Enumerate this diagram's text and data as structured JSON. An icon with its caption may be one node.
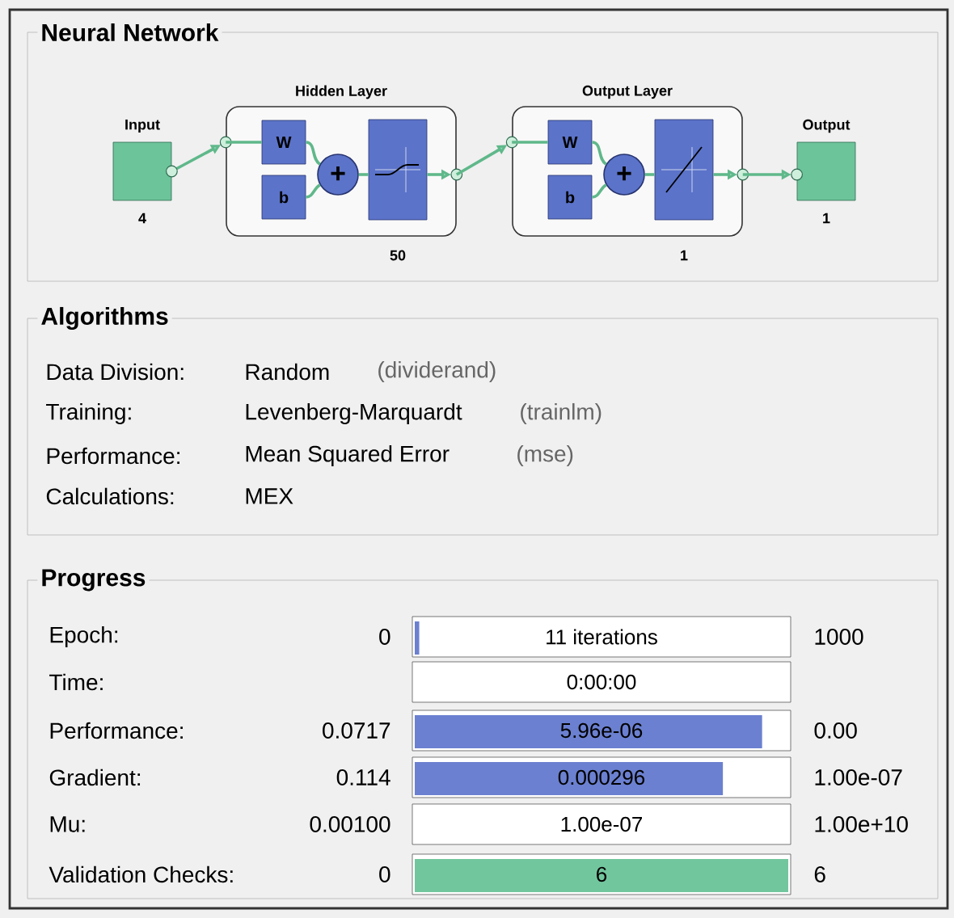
{
  "diagram": {
    "nodes": [
      {
        "text": [
          "Neural Network"
        ]
      },
      {
        "text": [
          "Input"
        ],
        "beside": [
          "4"
        ],
        "in": 0
      },
      {
        "text": [
          "Hidden Layer"
        ],
        "beside": [
          "50"
        ],
        "in": 0
      },
      {
        "text": [
          "W"
        ],
        "in": 2
      },
      {
        "text": [
          "b"
        ],
        "in": 2
      },
      {
        "text": [
          "+"
        ],
        "in": 2
      },
      {
        "text": [],
        "shape": "box",
        "in": 2
      },
      {
        "text": [
          "Output Layer"
        ],
        "beside": [
          "1"
        ],
        "in": 0
      },
      {
        "text": [
          "W"
        ],
        "in": 7
      },
      {
        "text": [
          "b"
        ],
        "in": 7
      },
      {
        "text": [
          "+"
        ],
        "in": 7
      },
      {
        "text": [],
        "shape": "box",
        "in": 7
      },
      {
        "text": [
          "Output"
        ],
        "beside": [
          "1"
        ],
        "in": 0
      },
      {
        "text": [
          "Algorithms"
        ]
      },
      {
        "text": [
          "Progress"
        ]
      },
      {
        "text": [
          "11 iterations"
        ],
        "in": 14
      },
      {
        "text": [
          "0:00:00"
        ],
        "in": 14
      },
      {
        "text": [
          "5.96e-06"
        ],
        "in": 14
      },
      {
        "text": [
          "0.000296"
        ],
        "in": 14
      },
      {
        "text": [
          "1.00e-07"
        ],
        "in": 14
      },
      {
        "text": [
          "6"
        ],
        "in": 14
      }
    ],
    "edges": [
      {
        "from": 1,
        "to": 2,
        "arrow": "to"
      },
      {
        "from": 2,
        "to": 3,
        "arrow": "none"
      },
      {
        "from": 3,
        "to": 5,
        "arrow": "none"
      },
      {
        "from": 4,
        "to": 5,
        "arrow": "none"
      },
      {
        "from": 5,
        "to": 6,
        "arrow": "none"
      },
      {
        "from": 6,
        "to": 2,
        "arrow": "to"
      },
      {
        "from": 2,
        "to": 7,
        "arrow": "to"
      },
      {
        "from": 7,
        "to": 8,
        "arrow": "none"
      },
      {
        "from": 8,
        "to": 10,
        "arrow": "none"
      },
      {
        "from": 9,
        "to": 10,
        "arrow": "none"
      },
      {
        "from": 10,
        "to": 11,
        "arrow": "none"
      },
      {
        "from": 11,
        "to": 7,
        "arrow": "to"
      },
      {
        "from": 7,
        "to": 12,
        "arrow": "to"
      }
    ],
    "labels": [
      "Data Division:",
      "Random",
      "(dividerand)",
      "Training:",
      "Levenberg-Marquardt",
      "(trainlm)",
      "Performance:",
      "Mean Squared Error",
      "(mse)",
      "Calculations:",
      "MEX",
      "Epoch:",
      "0",
      "1000",
      "Time:",
      "Performance:",
      "0.0717",
      "0.00",
      "Gradient:",
      "0.114",
      "1.00e-07",
      "Mu:",
      "0.00100",
      "1.00e+10",
      "Validation Checks:",
      "0",
      "6"
    ]
  }
}
